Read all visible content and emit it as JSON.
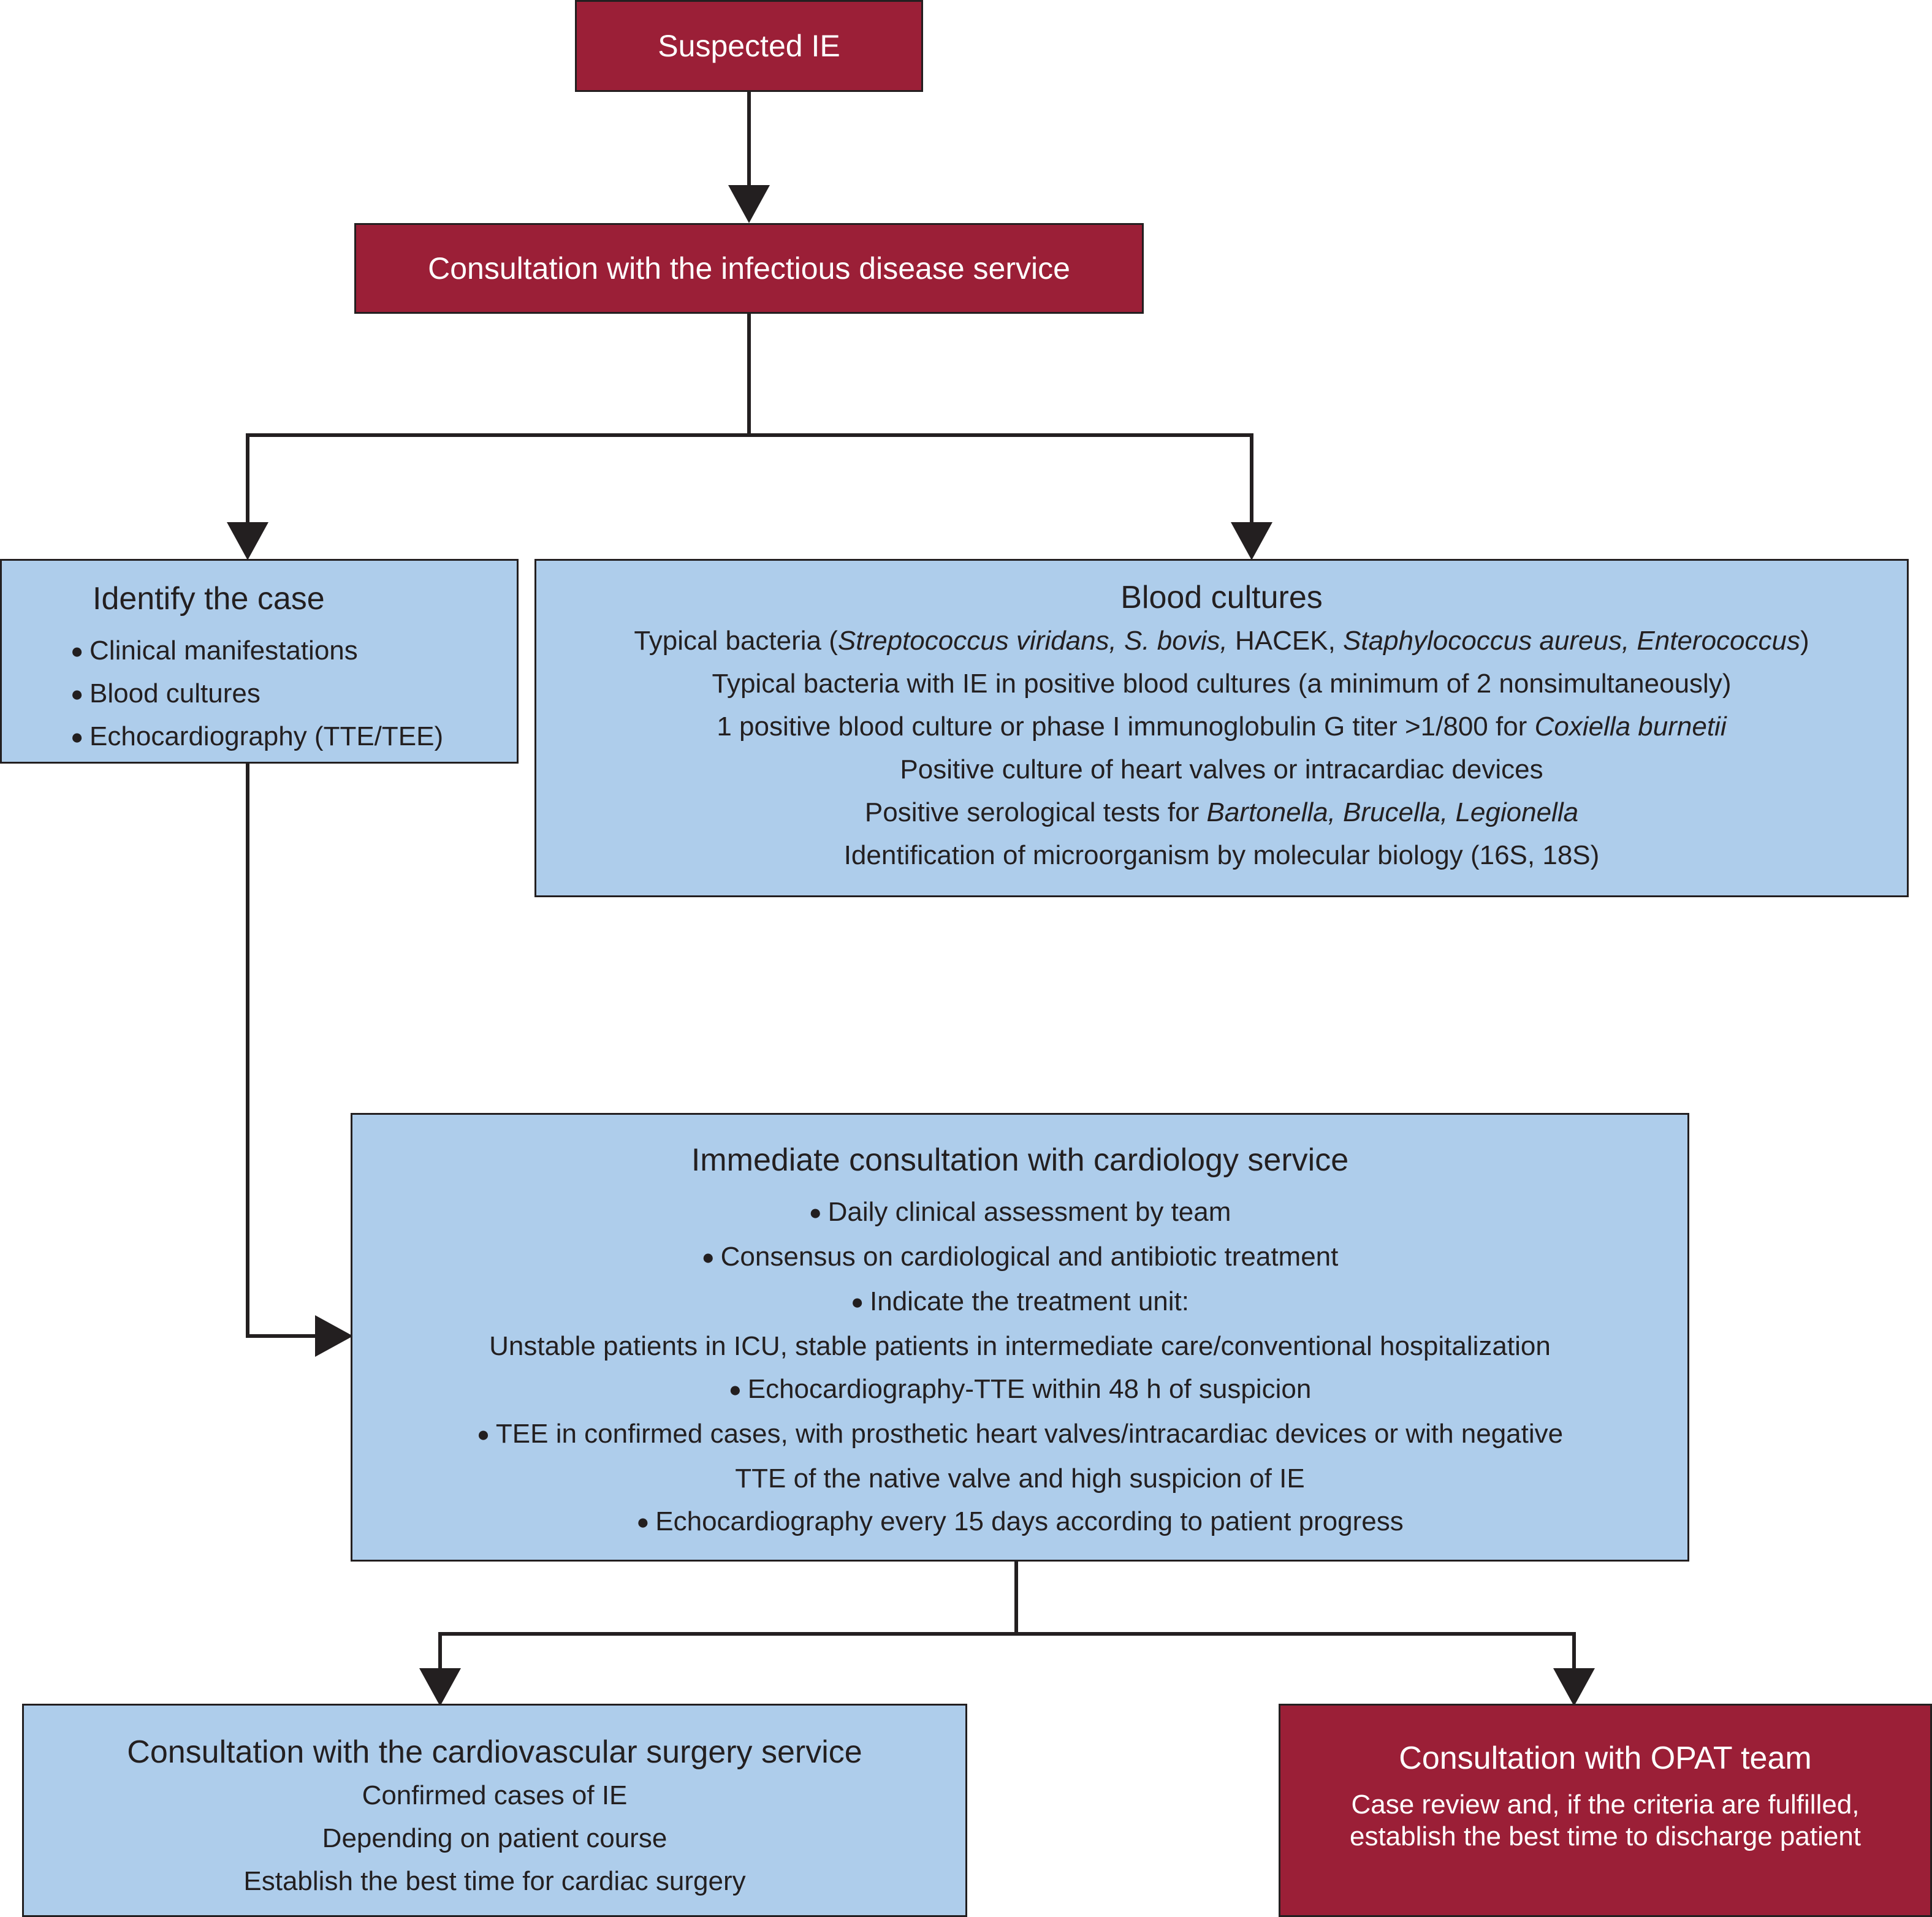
{
  "start": {
    "label": "Suspected IE"
  },
  "infectious": {
    "label": "Consultation with the infectious disease service"
  },
  "identify": {
    "title": "Identify the case",
    "items": [
      "Clinical manifestations",
      "Blood cultures",
      "Echocardiography (TTE/TEE)"
    ]
  },
  "blood": {
    "title": "Blood cultures",
    "line1": {
      "a": "Typical bacteria (",
      "b": "Streptococcus viridans, S. bovis,",
      "c": " HACEK, ",
      "d": "Staphylococcus aureus, Enterococcus",
      "e": ")"
    },
    "line2": "Typical bacteria with IE in positive blood cultures (a minimum of 2 nonsimultaneously)",
    "line3": {
      "a": "1 positive blood culture or phase I immunoglobulin G titer >1/800 for ",
      "b": "Coxiella burnetii"
    },
    "line4": "Positive culture of heart valves or intracardiac devices",
    "line5": {
      "a": "Positive serological tests for ",
      "b": "Bartonella, Brucella, Legionella"
    },
    "line6": "Identification of microorganism by molecular biology (16S, 18S)"
  },
  "cardiology": {
    "title": "Immediate consultation with cardiology service",
    "l1": "Daily clinical assessment by team",
    "l2": "Consensus on cardiological and antibiotic treatment",
    "l3": "Indicate the treatment unit:",
    "l4": "Unstable patients in ICU, stable patients in intermediate care/conventional hospitalization",
    "l5": "Echocardiography-TTE within 48 h of suspicion",
    "l6": "TEE in confirmed cases, with prosthetic heart valves/intracardiac devices or with negative",
    "l7": "TTE of the native valve and high suspicion of IE",
    "l8": "Echocardiography every 15 days according to patient progress"
  },
  "surgery": {
    "title": "Consultation with the cardiovascular surgery service",
    "lines": [
      "Confirmed cases of IE",
      "Depending on patient course",
      "Establish the best time for cardiac surgery"
    ]
  },
  "opat": {
    "title": "Consultation with OPAT team",
    "lines": [
      "Case review and, if the criteria are fulfilled,",
      "establish the best time to discharge patient"
    ]
  },
  "colors": {
    "red": "#9b1f37",
    "blue": "#aecdeb",
    "ink": "#231f20"
  }
}
